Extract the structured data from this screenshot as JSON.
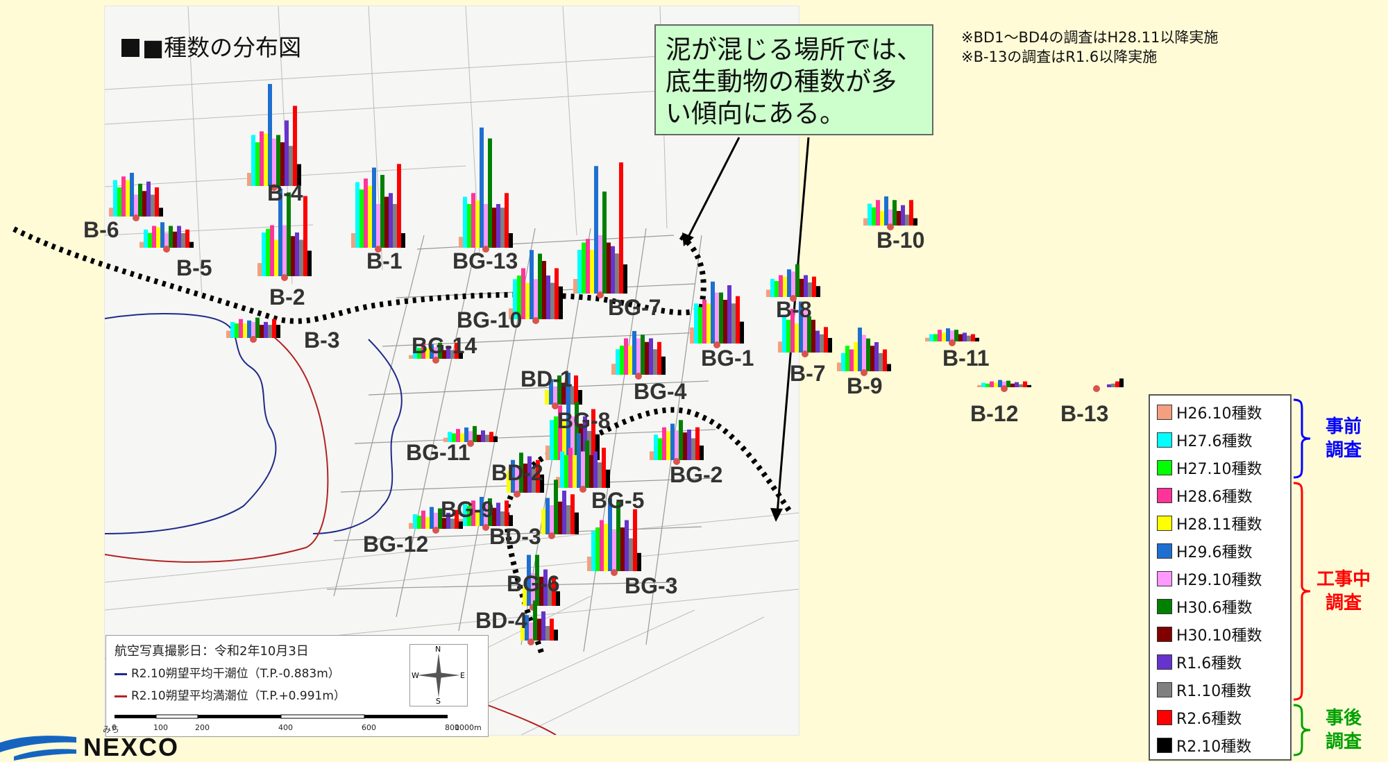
{
  "title": "■種数の分布図",
  "notes": [
    "※BD1～BD4の調査はH28.11以降実施",
    "※B-13の調査はR1.6以降実施"
  ],
  "callout": {
    "line1": "泥が混じる場所では、",
    "line2": "底生動物の種数が多",
    "line3": "い傾向にある。"
  },
  "map_legend": {
    "title": "航空写真撮影日：令和2年10月3日",
    "low_tide": "R2.10朔望平均干潮位（T.P.-0.883m）",
    "high_tide": "R2.10朔望平均満潮位（T.P.+0.991m）",
    "scale_ticks": [
      "0",
      "100",
      "200",
      "400",
      "600",
      "800",
      "1000m"
    ]
  },
  "compass": {
    "n": "N",
    "s": "S",
    "e": "E",
    "w": "W"
  },
  "logo": {
    "brand": "NEXCO",
    "kana": "みち"
  },
  "colors": {
    "low_tide": "#1f2a8a",
    "high_tide": "#b22222",
    "phase_pre": "#0000ff",
    "phase_during": "#ff0000",
    "phase_post": "#00a000"
  },
  "phases": [
    {
      "label_a": "事前",
      "label_b": "調査",
      "color": "#0000ff"
    },
    {
      "label_a": "工事中",
      "label_b": "調査",
      "color": "#ff0000"
    },
    {
      "label_a": "事後",
      "label_b": "調査",
      "color": "#00a000"
    }
  ],
  "chart_data": {
    "type": "bar",
    "title": "■種数の分布図",
    "series": [
      {
        "name": "H26.10種数",
        "color": "#f4a080"
      },
      {
        "name": "H27.6種数",
        "color": "#00ffff"
      },
      {
        "name": "H27.10種数",
        "color": "#00ff00"
      },
      {
        "name": "H28.6種数",
        "color": "#ff3399"
      },
      {
        "name": "H28.11種数",
        "color": "#ffff00"
      },
      {
        "name": "H29.6種数",
        "color": "#1f6fd0"
      },
      {
        "name": "H29.10種数",
        "color": "#ff99ff"
      },
      {
        "name": "H30.6種数",
        "color": "#008000"
      },
      {
        "name": "H30.10種数",
        "color": "#800000"
      },
      {
        "name": "R1.6種数",
        "color": "#6633cc"
      },
      {
        "name": "R1.10種数",
        "color": "#808080"
      },
      {
        "name": "R2.6種数",
        "color": "#ff0000"
      },
      {
        "name": "R2.10種数",
        "color": "#000000"
      }
    ],
    "sites": [
      {
        "name": "B-6",
        "values": [
          12,
          50,
          40,
          55,
          50,
          60,
          30,
          45,
          35,
          48,
          30,
          40,
          12
        ]
      },
      {
        "name": "B-5",
        "values": [
          8,
          25,
          20,
          30,
          28,
          35,
          20,
          30,
          22,
          30,
          20,
          25,
          8
        ]
      },
      {
        "name": "B-4",
        "values": [
          18,
          70,
          60,
          75,
          72,
          140,
          65,
          70,
          60,
          90,
          55,
          110,
          30
        ]
      },
      {
        "name": "B-1",
        "values": [
          20,
          90,
          80,
          95,
          85,
          110,
          60,
          100,
          70,
          75,
          60,
          115,
          20
        ]
      },
      {
        "name": "BG-13",
        "values": [
          15,
          70,
          60,
          75,
          65,
          165,
          60,
          150,
          55,
          60,
          55,
          75,
          20
        ]
      },
      {
        "name": "B-2",
        "values": [
          18,
          60,
          65,
          70,
          50,
          120,
          70,
          115,
          55,
          60,
          50,
          110,
          35
        ]
      },
      {
        "name": "B-3",
        "values": [
          10,
          22,
          20,
          26,
          20,
          24,
          22,
          28,
          18,
          22,
          18,
          26,
          18
        ]
      },
      {
        "name": "BG-10",
        "values": [
          15,
          55,
          60,
          70,
          50,
          95,
          55,
          90,
          80,
          60,
          50,
          70,
          45
        ]
      },
      {
        "name": "BG-7",
        "values": [
          20,
          60,
          70,
          75,
          60,
          175,
          80,
          140,
          70,
          65,
          55,
          180,
          40
        ]
      },
      {
        "name": "BG-14",
        "values": [
          5,
          18,
          15,
          22,
          14,
          20,
          16,
          22,
          12,
          18,
          12,
          22,
          8
        ]
      },
      {
        "name": "BG-1",
        "values": [
          22,
          55,
          50,
          60,
          55,
          85,
          70,
          70,
          60,
          80,
          55,
          65,
          30
        ]
      },
      {
        "name": "B-8",
        "values": [
          10,
          25,
          22,
          30,
          28,
          38,
          35,
          45,
          25,
          30,
          20,
          28,
          15
        ]
      },
      {
        "name": "B-10",
        "values": [
          10,
          30,
          25,
          35,
          20,
          40,
          22,
          35,
          20,
          28,
          15,
          35,
          10
        ]
      },
      {
        "name": "B-7",
        "values": [
          15,
          50,
          45,
          60,
          40,
          70,
          60,
          50,
          45,
          30,
          25,
          35,
          20
        ]
      },
      {
        "name": "B-9",
        "values": [
          12,
          25,
          35,
          30,
          40,
          60,
          50,
          45,
          35,
          40,
          25,
          30,
          10
        ]
      },
      {
        "name": "B-11",
        "values": [
          5,
          10,
          10,
          16,
          12,
          18,
          15,
          16,
          10,
          12,
          8,
          10,
          5
        ]
      },
      {
        "name": "B-12",
        "values": [
          3,
          6,
          5,
          8,
          6,
          10,
          8,
          9,
          5,
          7,
          4,
          8,
          3
        ]
      },
      {
        "name": "B-13",
        "values": [
          0,
          0,
          0,
          0,
          0,
          0,
          0,
          0,
          0,
          4,
          5,
          8,
          12
        ]
      },
      {
        "name": "BD-1",
        "values": [
          0,
          0,
          0,
          0,
          20,
          35,
          25,
          40,
          30,
          35,
          25,
          40,
          20
        ]
      },
      {
        "name": "BG-4",
        "values": [
          15,
          35,
          40,
          50,
          40,
          60,
          50,
          55,
          45,
          50,
          35,
          45,
          25
        ]
      },
      {
        "name": "BG-8",
        "values": [
          20,
          55,
          60,
          75,
          55,
          120,
          60,
          80,
          50,
          60,
          40,
          70,
          35
        ]
      },
      {
        "name": "BG-11",
        "values": [
          6,
          14,
          12,
          18,
          12,
          20,
          15,
          22,
          10,
          16,
          10,
          14,
          8
        ]
      },
      {
        "name": "BG-2",
        "values": [
          12,
          35,
          30,
          45,
          40,
          50,
          40,
          55,
          38,
          42,
          30,
          45,
          20
        ]
      },
      {
        "name": "BD-2",
        "values": [
          0,
          0,
          0,
          0,
          30,
          45,
          35,
          55,
          40,
          50,
          35,
          45,
          25
        ]
      },
      {
        "name": "BG-5",
        "values": [
          15,
          50,
          45,
          55,
          45,
          75,
          50,
          65,
          45,
          50,
          35,
          55,
          25
        ]
      },
      {
        "name": "BG-9",
        "values": [
          10,
          30,
          28,
          35,
          22,
          40,
          30,
          38,
          25,
          32,
          20,
          35,
          15
        ]
      },
      {
        "name": "BG-12",
        "values": [
          8,
          20,
          18,
          25,
          16,
          30,
          22,
          28,
          15,
          22,
          14,
          26,
          10
        ]
      },
      {
        "name": "BD-3",
        "values": [
          0,
          0,
          0,
          0,
          35,
          50,
          40,
          75,
          45,
          60,
          40,
          55,
          30
        ]
      },
      {
        "name": "BG-3",
        "values": [
          20,
          55,
          60,
          70,
          65,
          100,
          55,
          95,
          60,
          70,
          45,
          85,
          25
        ]
      },
      {
        "name": "BG-6",
        "values": [
          0,
          0,
          0,
          0,
          25,
          70,
          45,
          70,
          40,
          50,
          30,
          40,
          20
        ]
      },
      {
        "name": "BD-4",
        "values": [
          0,
          0,
          0,
          0,
          20,
          35,
          25,
          55,
          30,
          40,
          20,
          30,
          15
        ]
      }
    ],
    "legend_position": "right",
    "grid": false
  }
}
